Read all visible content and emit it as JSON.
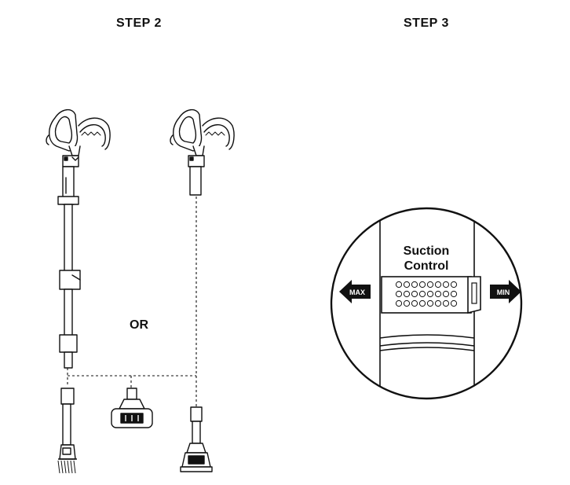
{
  "step2": {
    "title": "STEP 2",
    "or_label": "OR"
  },
  "step3": {
    "title": "STEP 3",
    "suction_line1": "Suction",
    "suction_line2": "Control",
    "max_label": "MAX",
    "min_label": "MIN"
  },
  "colors": {
    "line": "#111111",
    "background": "#ffffff",
    "shade": "#e6e6e6"
  }
}
